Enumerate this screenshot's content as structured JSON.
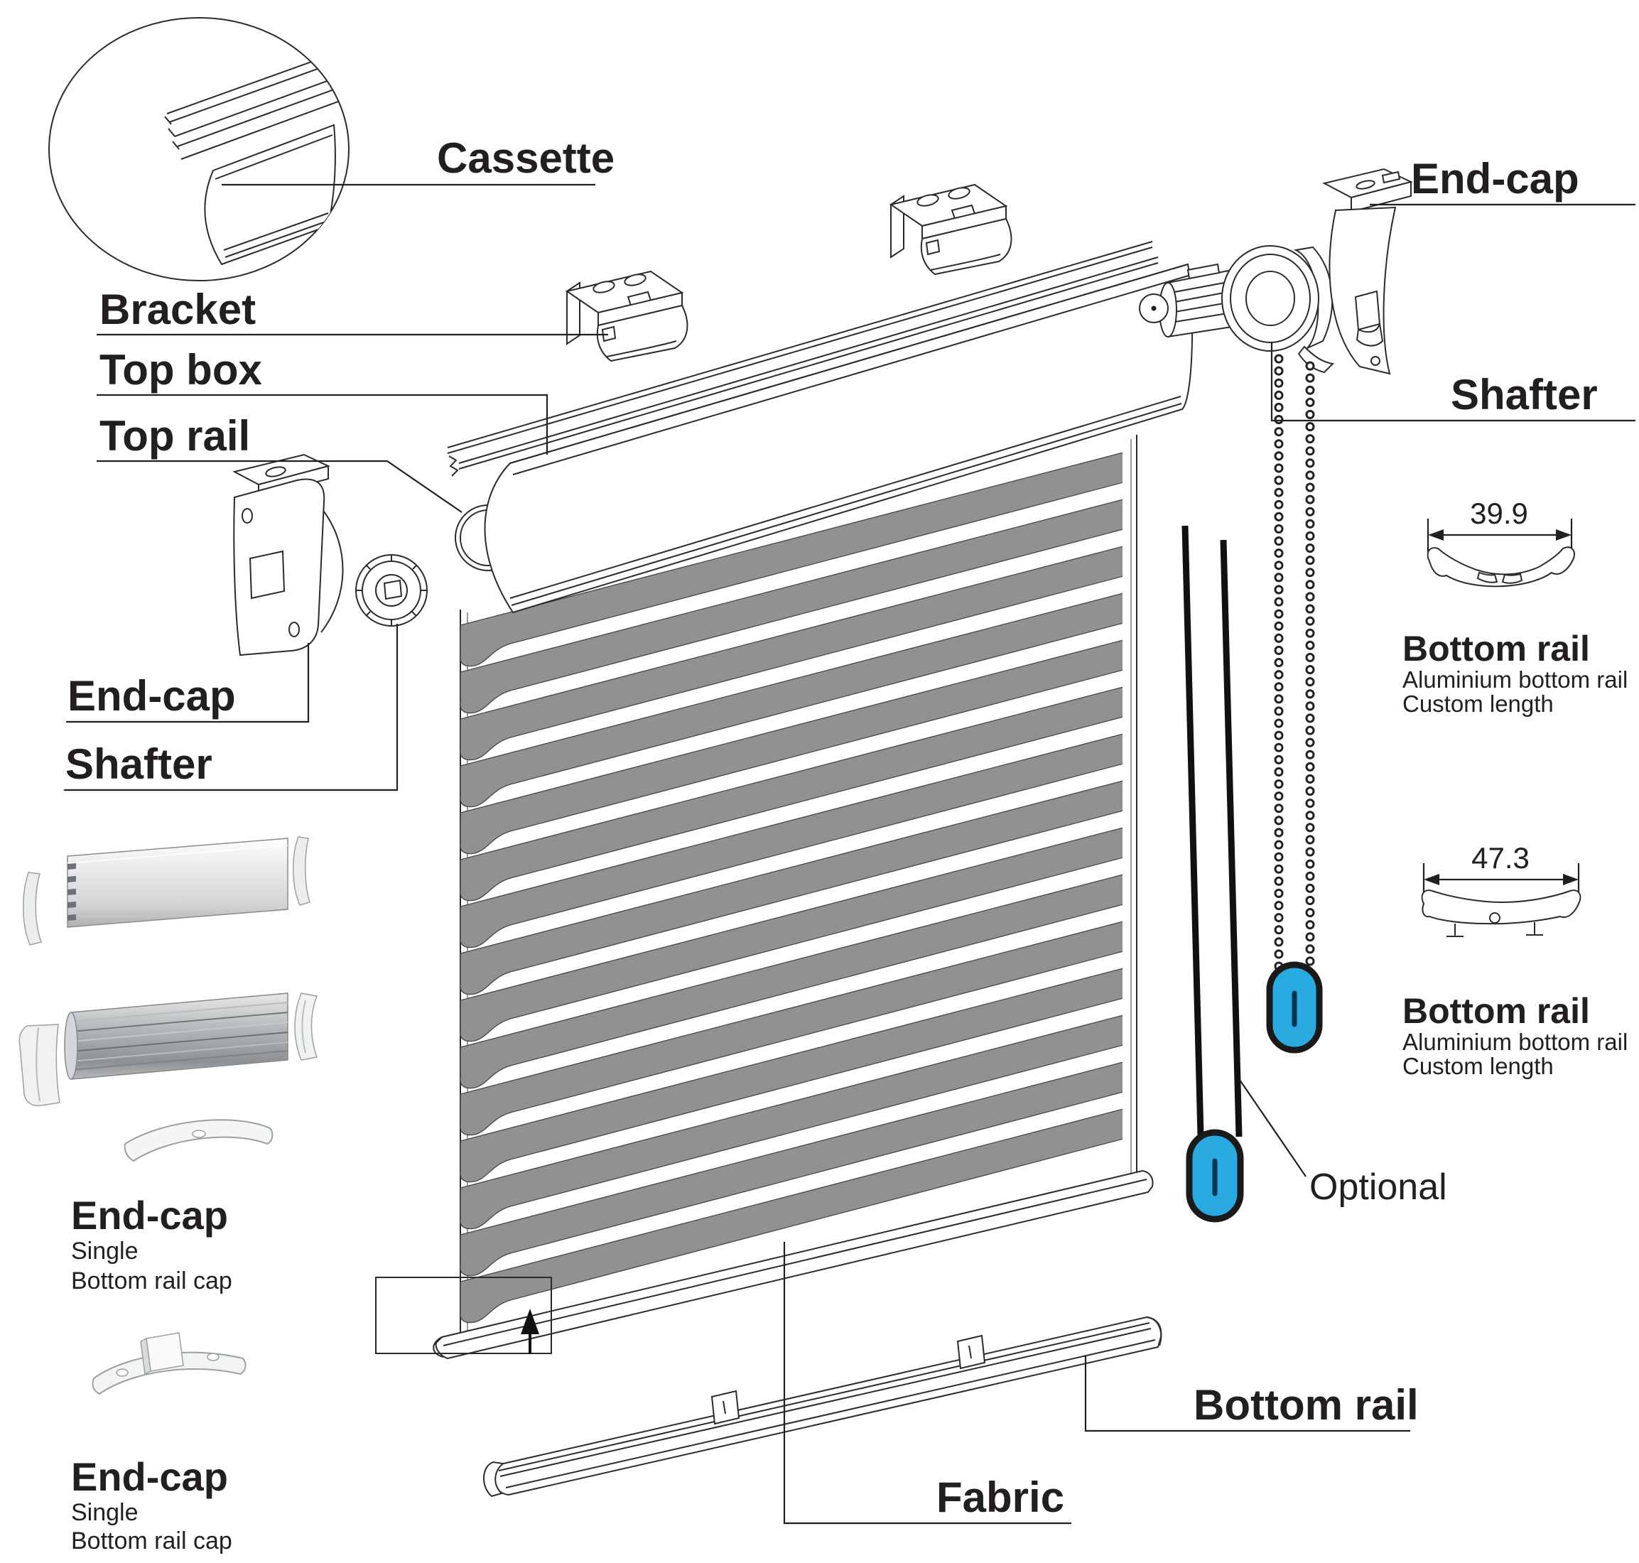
{
  "title_labels": {
    "cassette": "Cassette",
    "bracket": "Bracket",
    "top_box": "Top box",
    "top_rail": "Top rail",
    "end_cap_left": "End-cap",
    "shafter_left": "Shafter",
    "end_cap_top_right": "End-cap",
    "shafter_right": "Shafter",
    "optional": "Optional",
    "bottom_rail_main": "Bottom rail",
    "fabric": "Fabric"
  },
  "end_cap_blocks": [
    {
      "title": "End-cap",
      "subtitle1": "Single",
      "subtitle2": "Bottom rail cap"
    },
    {
      "title": "End-cap",
      "subtitle1": "Single",
      "subtitle2": "Bottom rail cap"
    }
  ],
  "bottom_rail_profiles": [
    {
      "dimension": "39.9",
      "title": "Bottom rail",
      "description1": "Aluminium bottom rail",
      "description2": "Custom length"
    },
    {
      "dimension": "47.3",
      "title": "Bottom rail",
      "description1": "Aluminium bottom rail",
      "description2": "Custom length"
    }
  ],
  "colors": {
    "accent_blue": "#29ABE2",
    "stripe_gray": "#8F9193",
    "line_color": "#231F20"
  },
  "stripe_count": 15
}
